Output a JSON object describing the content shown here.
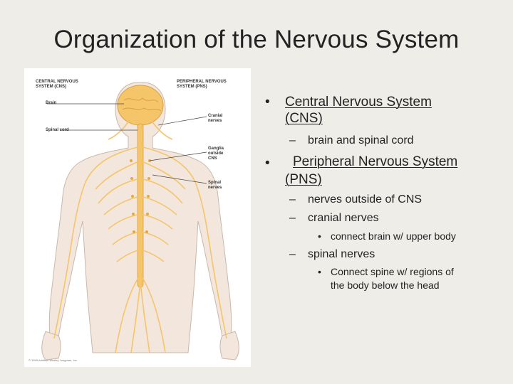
{
  "slide": {
    "title": "Organization of the Nervous System"
  },
  "figure": {
    "header_left": "CENTRAL NERVOUS\nSYSTEM (CNS)",
    "header_right": "PERIPHERAL NERVOUS\nSYSTEM (PNS)",
    "label_brain": "Brain",
    "label_spinal_cord": "Spinal cord",
    "label_cranial_nerves": "Cranial\nnerves",
    "label_ganglia": "Ganglia\noutside\nCNS",
    "label_spinal_nerves": "Spinal\nnerves",
    "credit": "© 1999 Addison Wesley Longman, Inc.",
    "nerve_color": "#f5c56a",
    "body_color": "#f3e6dc"
  },
  "bullets": {
    "cns": {
      "marker": "•",
      "line1": "Central Nervous System",
      "line2": "(CNS)",
      "sub_marker": "–",
      "sub": "brain and spinal cord"
    },
    "pns": {
      "marker": "•",
      "line1": "Peripheral Nervous System",
      "line2": "(PNS)",
      "sub_marker": "–",
      "sub1": "nerves outside of CNS",
      "sub2": "cranial nerves",
      "sub2_marker": "–",
      "sub2_detail_marker": "•",
      "sub2_detail": "connect brain w/ upper body",
      "sub3_marker": "–",
      "sub3": "spinal nerves",
      "sub3_detail_marker": "•",
      "sub3_detail_line1": "Connect spine w/ regions of",
      "sub3_detail_line2": "the body below the head"
    }
  }
}
